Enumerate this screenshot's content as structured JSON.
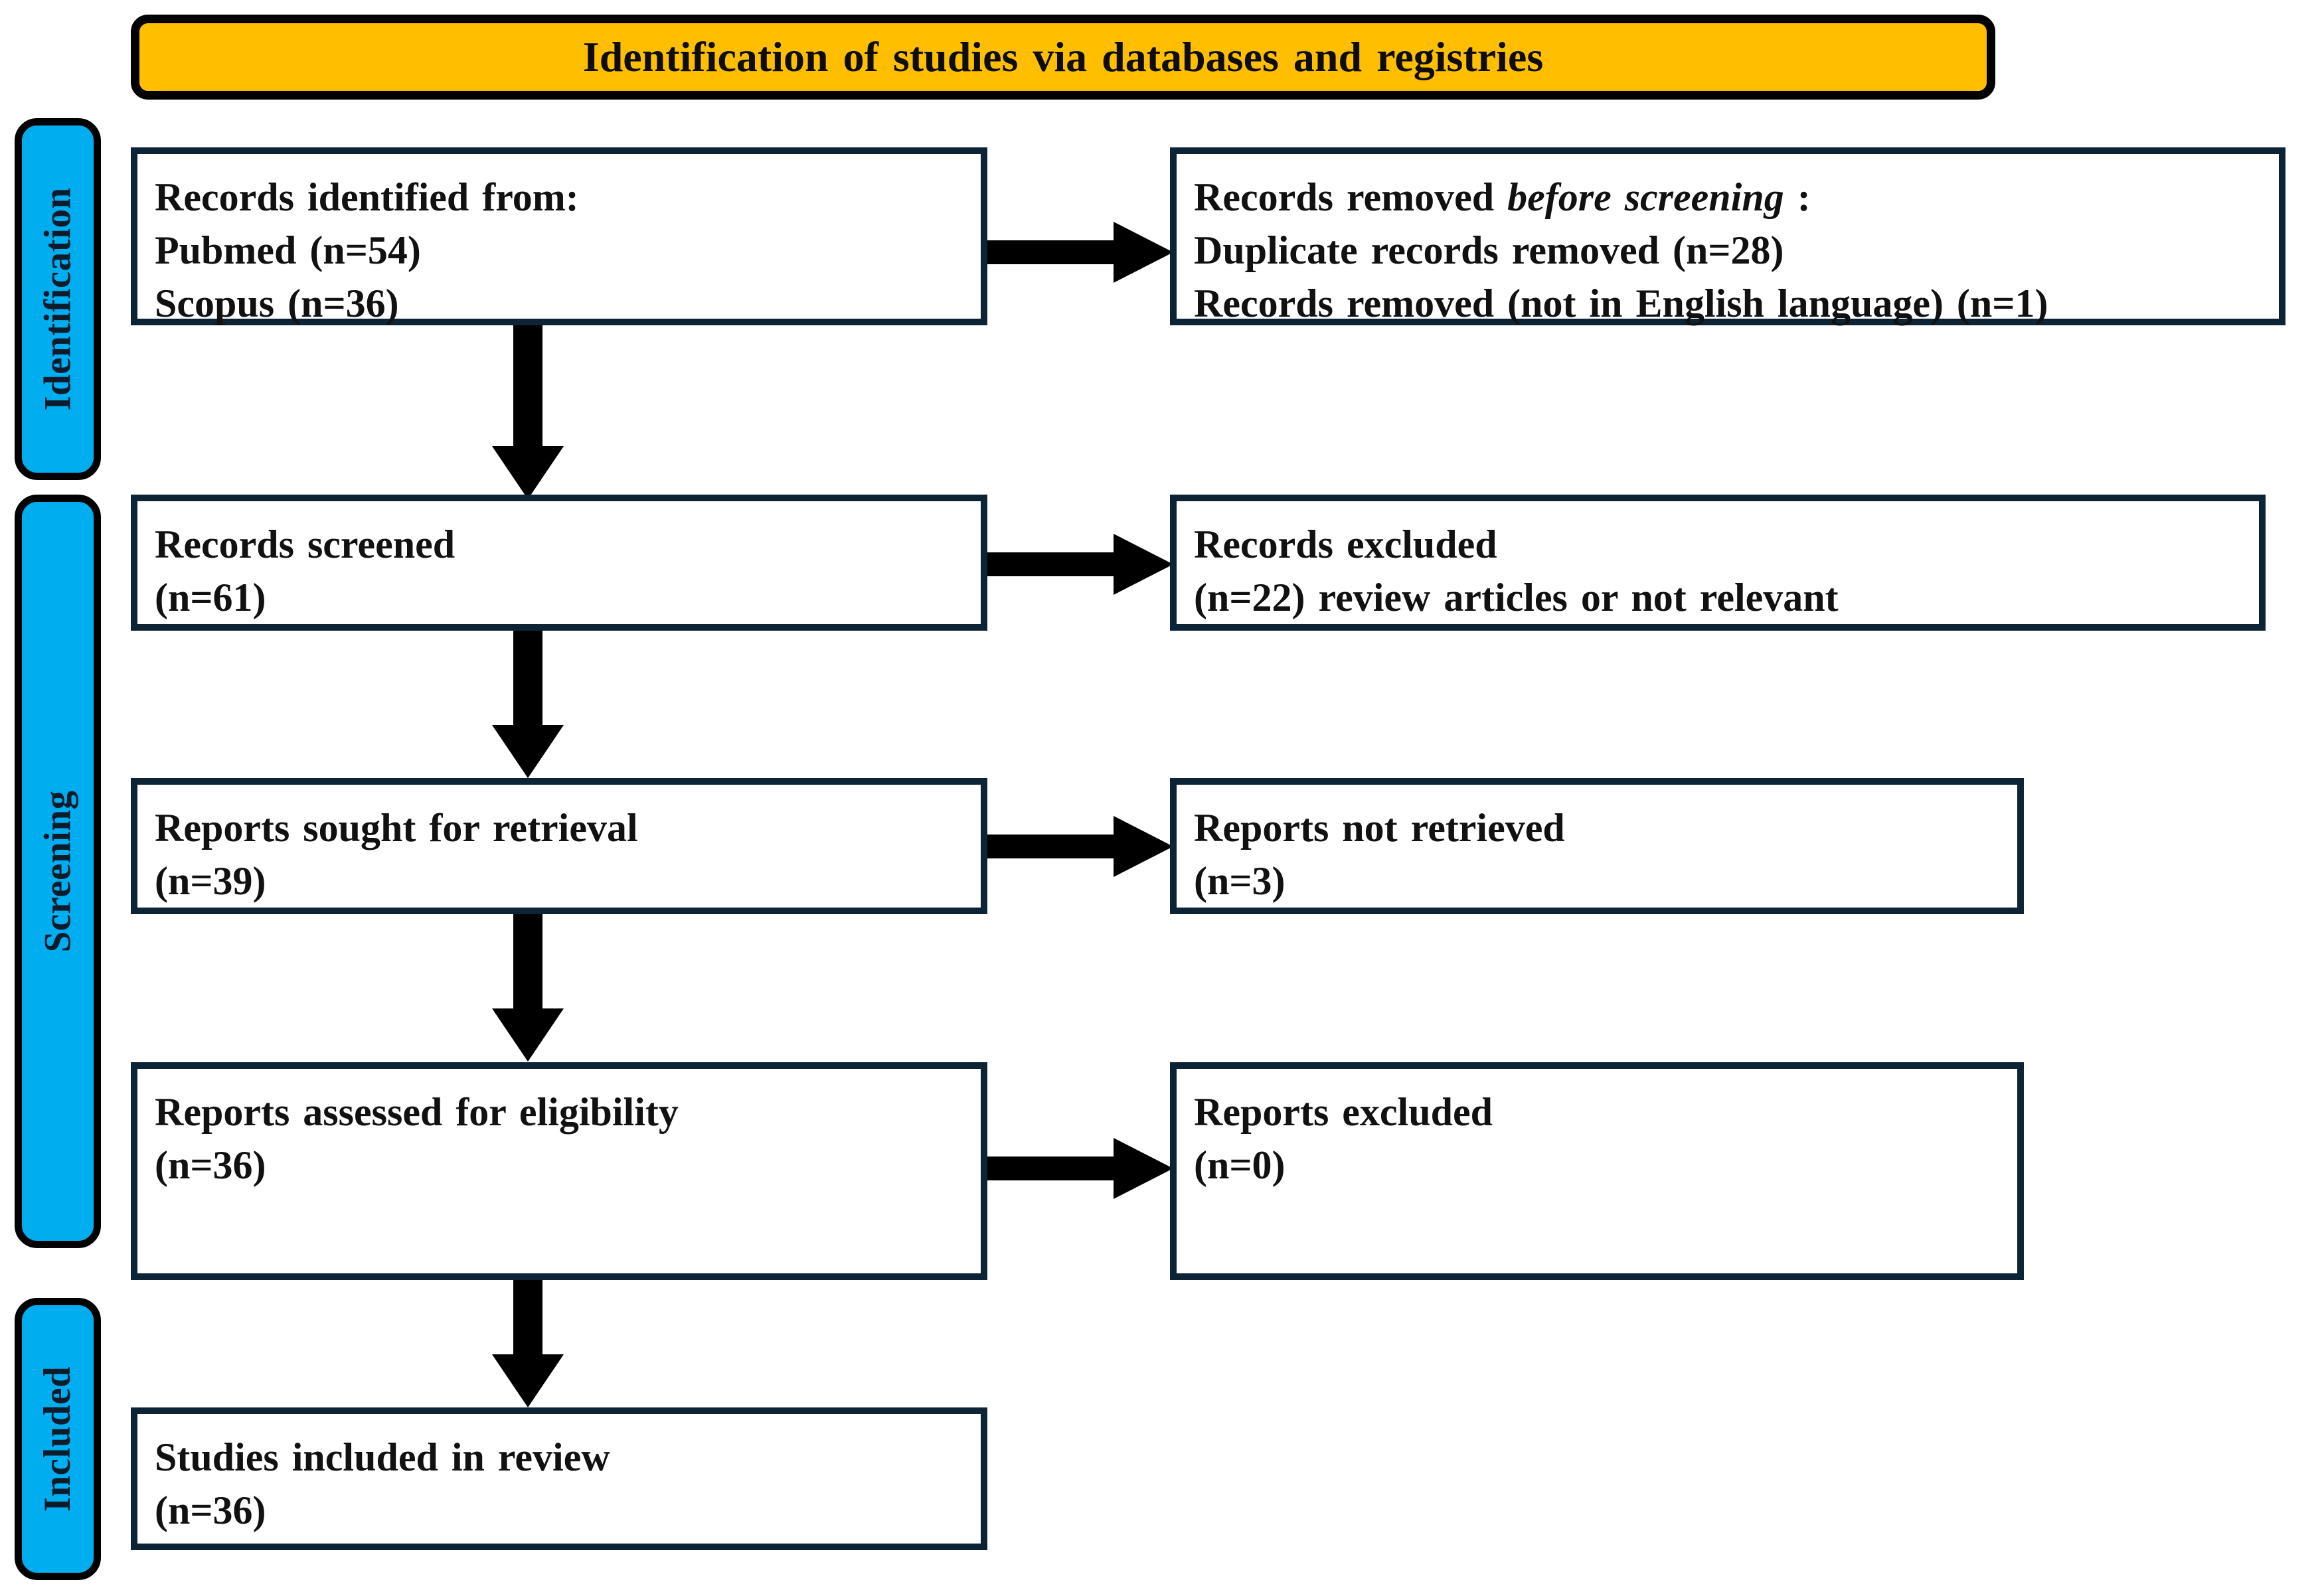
{
  "diagram": {
    "title": "Identification of studies via databases and registries",
    "colors": {
      "banner_fill": "#FFBF00",
      "banner_border": "#000000",
      "phase_fill": "#00AEEF",
      "phase_border": "#000000",
      "box_border": "#0D2436",
      "arrow": "#000000",
      "text": "#111111"
    }
  },
  "phases": [
    {
      "label": "Identification"
    },
    {
      "label": "Screening"
    },
    {
      "label": "Included"
    }
  ],
  "boxes": {
    "identified": {
      "lines": [
        "Records identified  from:",
        "Pubmed  (n=54)",
        "Scopus (n=36)"
      ]
    },
    "removed_before_screening": {
      "line1_prefix": "Records removed ",
      "line1_em": "before screening",
      "line1_suffix": " :",
      "lines": [
        "Duplicate  records removed (n=28)",
        "Records removed (not in English  language) (n=1)"
      ]
    },
    "records_screened": {
      "lines": [
        "Records  screened",
        "(n=61)"
      ]
    },
    "records_excluded": {
      "lines": [
        "Records  excluded",
        "(n=22)  review  articles or not  relevant"
      ]
    },
    "reports_sought": {
      "lines": [
        "Reports  sought for retrieval",
        "(n=39)"
      ]
    },
    "reports_not_retrieved": {
      "lines": [
        "Reports  not retrieved",
        " (n=3)"
      ]
    },
    "reports_assessed": {
      "lines": [
        "Reports  assessed for eligibility",
        "(n=36)"
      ]
    },
    "reports_excluded": {
      "lines": [
        "Reports  excluded",
        "(n=0)"
      ]
    },
    "studies_included": {
      "lines": [
        "Studies included  in review",
        "(n=36)"
      ]
    }
  }
}
